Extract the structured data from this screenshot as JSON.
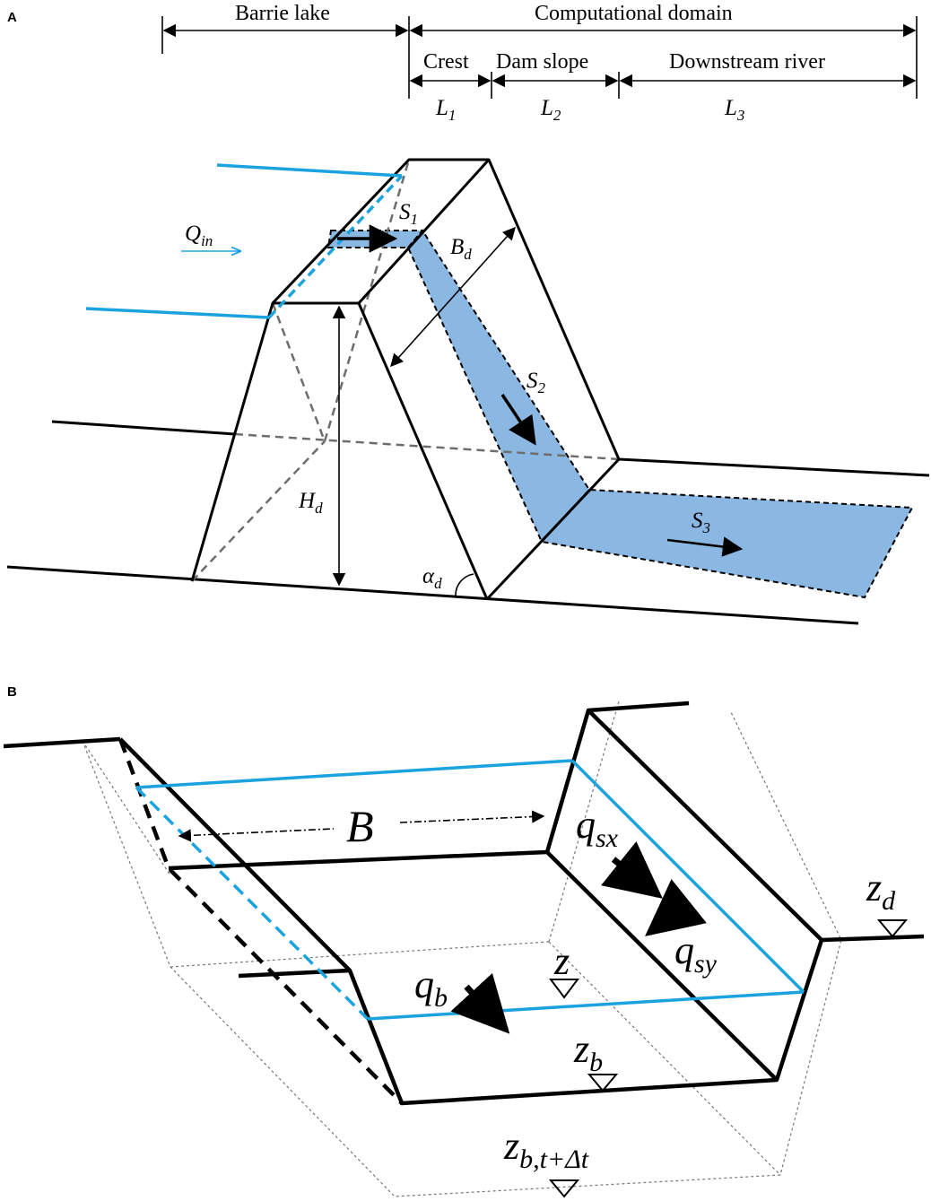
{
  "panel_a": {
    "label": "A",
    "header": {
      "barrier_lake": "Barrie lake",
      "computational_domain": "Computational domain",
      "crest": "Crest",
      "dam_slope": "Dam slope",
      "downstream_river": "Downstream river",
      "L1": "L",
      "L1_sub": "1",
      "L2": "L",
      "L2_sub": "2",
      "L3": "L",
      "L3_sub": "3"
    },
    "symbols": {
      "Q_in": "Q",
      "Q_in_sub": "in",
      "S1": "S",
      "S1_sub": "1",
      "S2": "S",
      "S2_sub": "2",
      "S3": "S",
      "S3_sub": "3",
      "B_d": "B",
      "B_d_sub": "d",
      "H_d": "H",
      "H_d_sub": "d",
      "alpha_d": "α",
      "alpha_d_sub": "d"
    }
  },
  "panel_b": {
    "label": "B",
    "symbols": {
      "B": "B",
      "q_sx": "q",
      "q_sx_sub": "sx",
      "q_sy": "q",
      "q_sy_sub": "sy",
      "q_b": "q",
      "q_b_sub": "b",
      "z": "z",
      "z_b": "z",
      "z_b_sub": "b",
      "z_d": "z",
      "z_d_sub": "d",
      "z_b_next": "z",
      "z_b_next_sub": "b,t+Δt"
    }
  },
  "colors": {
    "water_fill": "#8bb8e2",
    "water_line": "#1aa3df",
    "outline": "#000000",
    "hidden_edge": "#6d6d6d"
  }
}
